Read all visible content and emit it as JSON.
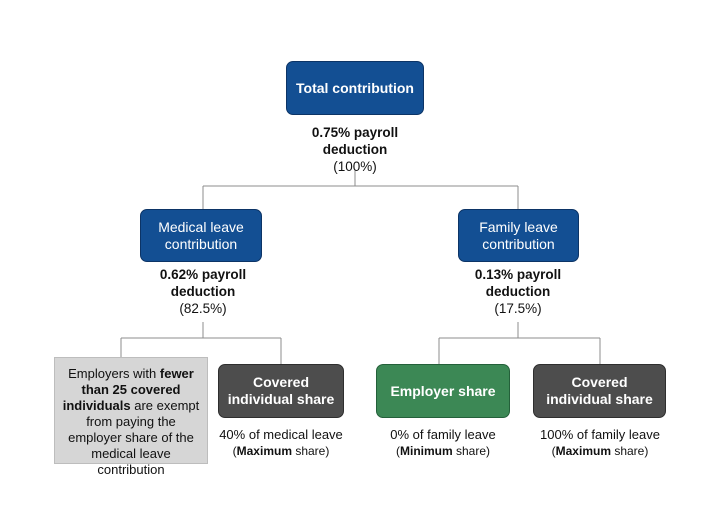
{
  "root": {
    "title": "Total contribution",
    "deduction": "0.75% payroll deduction",
    "share": "(100%)"
  },
  "medical": {
    "title": "Medical leave contribution",
    "deduction": "0.62% payroll deduction",
    "share": "(82.5%)",
    "exempt_note": {
      "prefix": "Employers with ",
      "bold": "fewer than 25 covered individuals",
      "suffix": " are exempt from paying the employer share of the medical leave contribution"
    },
    "covered": {
      "title": "Covered individual share",
      "detail": "40% of medical leave",
      "qualifier_bold": "Maximum",
      "qualifier_rest": " share)",
      "qualifier_open": "("
    }
  },
  "family": {
    "title": "Family leave contribution",
    "deduction": "0.13% payroll deduction",
    "share": "(17.5%)",
    "employer": {
      "title": "Employer share",
      "detail": "0% of family leave",
      "qualifier_open": "(",
      "qualifier_bold": "Minimum",
      "qualifier_rest": " share)"
    },
    "covered": {
      "title": "Covered individual share",
      "detail": "100% of family leave",
      "qualifier_open": "(",
      "qualifier_bold": "Maximum",
      "qualifier_rest": " share)"
    }
  },
  "colors": {
    "blue_box": "#134f93",
    "dark_box": "#4d4d4d",
    "green_box": "#3c8855",
    "note_box": "#d6d6d6",
    "connector": "#8c8c8c"
  }
}
